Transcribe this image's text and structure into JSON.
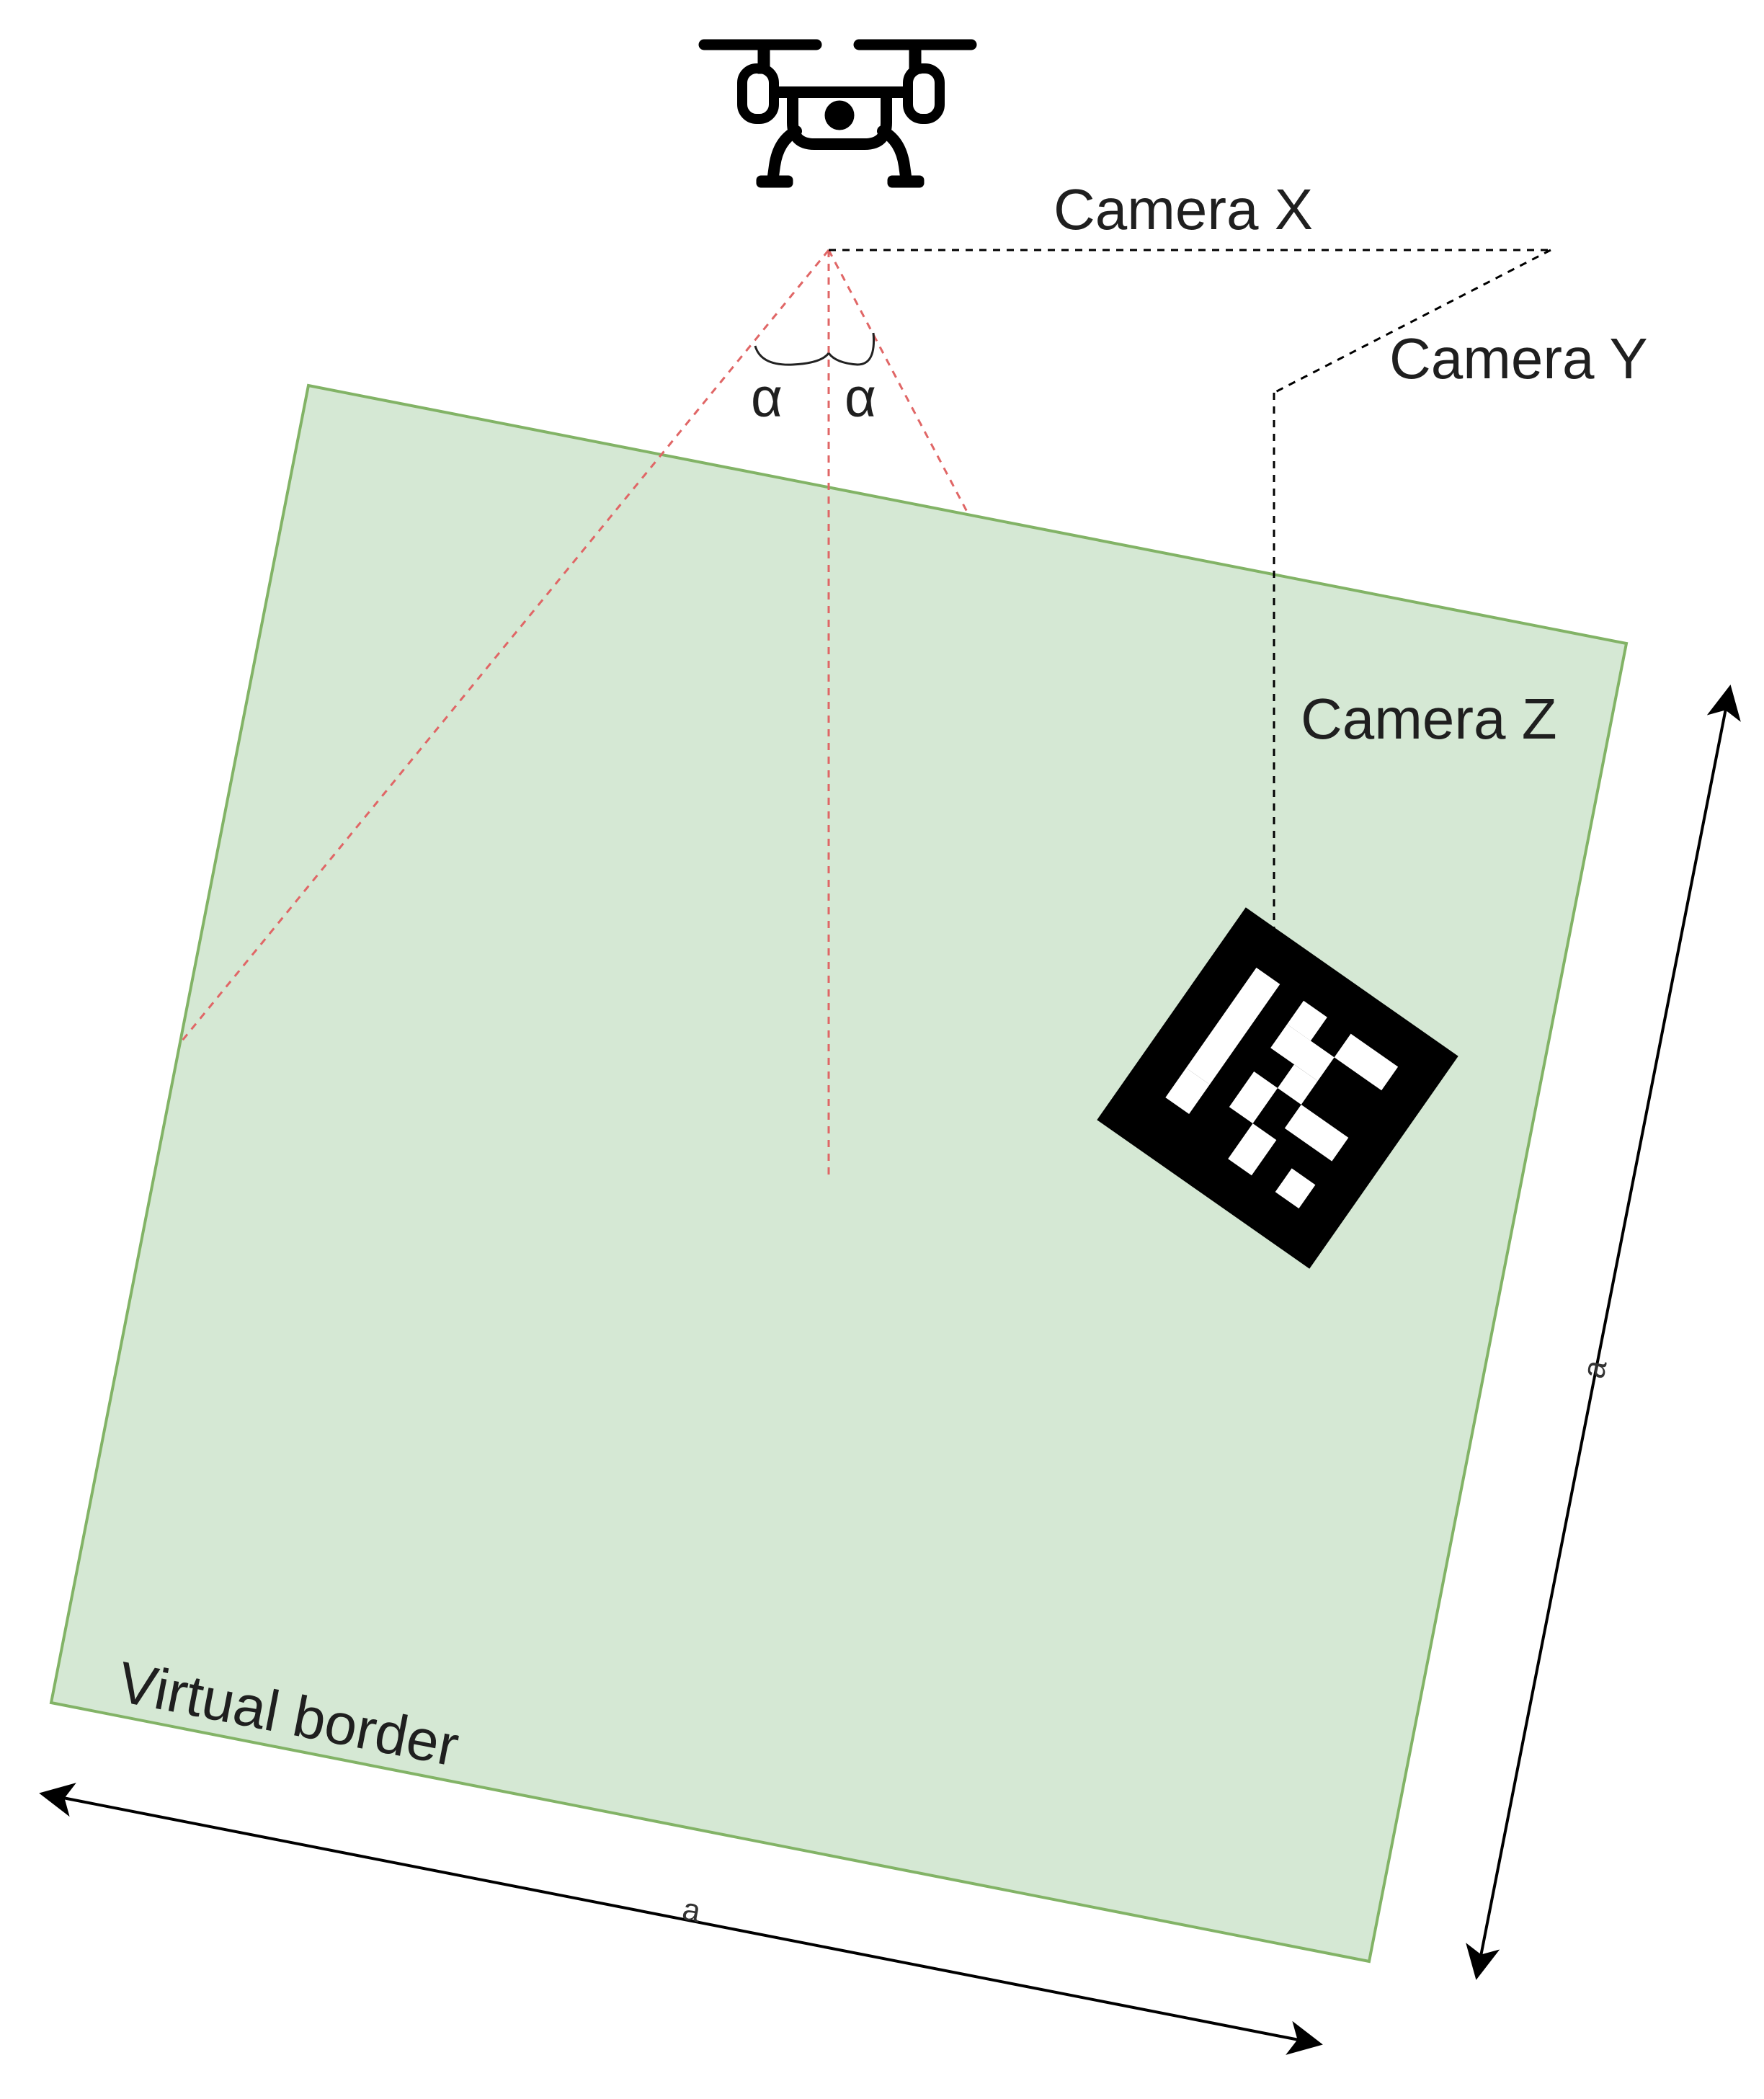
{
  "labels": {
    "camera_x": "Camera X",
    "camera_y": "Camera Y",
    "camera_z": "Camera Z",
    "alpha_left": "α",
    "alpha_right": "α",
    "virtual_border": "Virtual border",
    "side_bottom": "a",
    "side_right": "a"
  },
  "colors": {
    "area_fill": "#d5e8d4",
    "area_stroke": "#82b366",
    "fov_lines": "#e06666",
    "axes_lines": "#000000",
    "marker": "#000000"
  },
  "icons": {
    "drone": "drone-icon",
    "marker": "aruco-marker-icon"
  }
}
